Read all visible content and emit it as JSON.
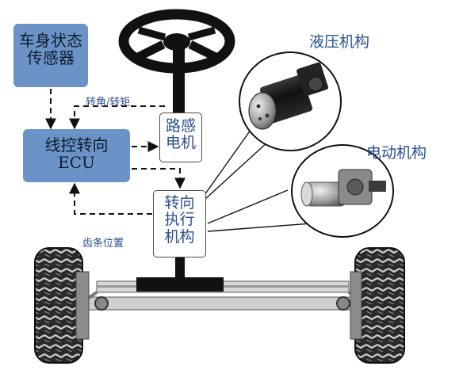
{
  "sensor_box": {
    "line1": "车身状态",
    "line2": "传感器"
  },
  "ecu_box": {
    "line1": "线控转向",
    "line2": "ECU"
  },
  "road_feel_box": {
    "line1": "路感",
    "line2": "电机"
  },
  "steering_actuator_box": {
    "line1": "转向",
    "line2": "执行",
    "line3": "机构"
  },
  "labels": {
    "angle_torque": "转角/转矩",
    "rack_position": "齿条位置",
    "hydraulic": "液压机构",
    "electric": "电动机构"
  },
  "colors": {
    "blue_box": "#6b93c8",
    "label_blue": "#2b4f8f"
  }
}
